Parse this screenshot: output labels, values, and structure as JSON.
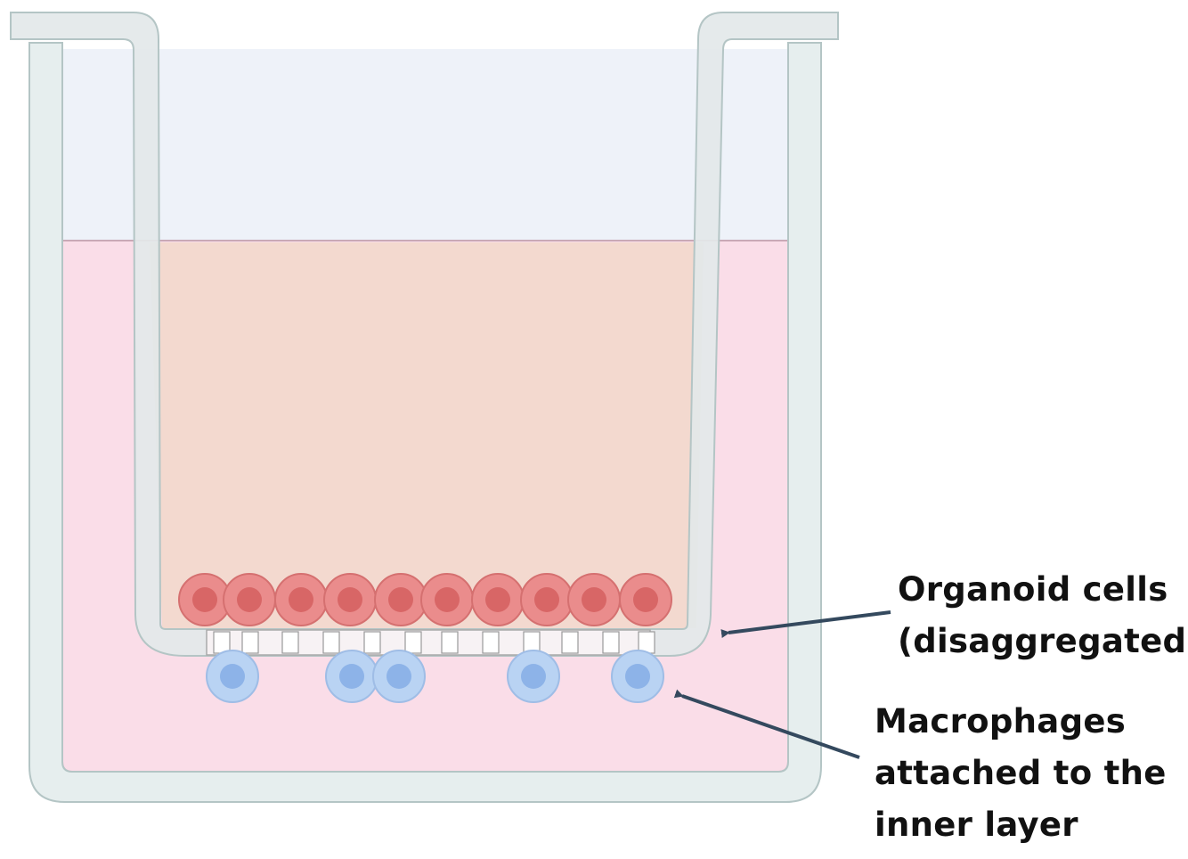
{
  "labels": {
    "organoid": {
      "line1": "Organoid cells",
      "line2": "(disaggregated)"
    },
    "macrophage": {
      "line1": "Macrophages",
      "line2": "attached to the",
      "line3": "inner layer"
    }
  },
  "cells": {
    "organoid_count": 10,
    "macrophage_count": 5
  },
  "colors": {
    "outer_medium": "#fadde8",
    "insert_medium": "#f3d9cf",
    "headspace": "#eef2f9",
    "well_wall": "#e6eeee",
    "wall_stroke": "#b4c5c5",
    "organoid_cell": "#ea8c8c",
    "organoid_nucleus": "#d86666",
    "macrophage_cell": "#b9d3f3",
    "macrophage_nucleus": "#8db3e8",
    "arrow": "#34495e"
  }
}
